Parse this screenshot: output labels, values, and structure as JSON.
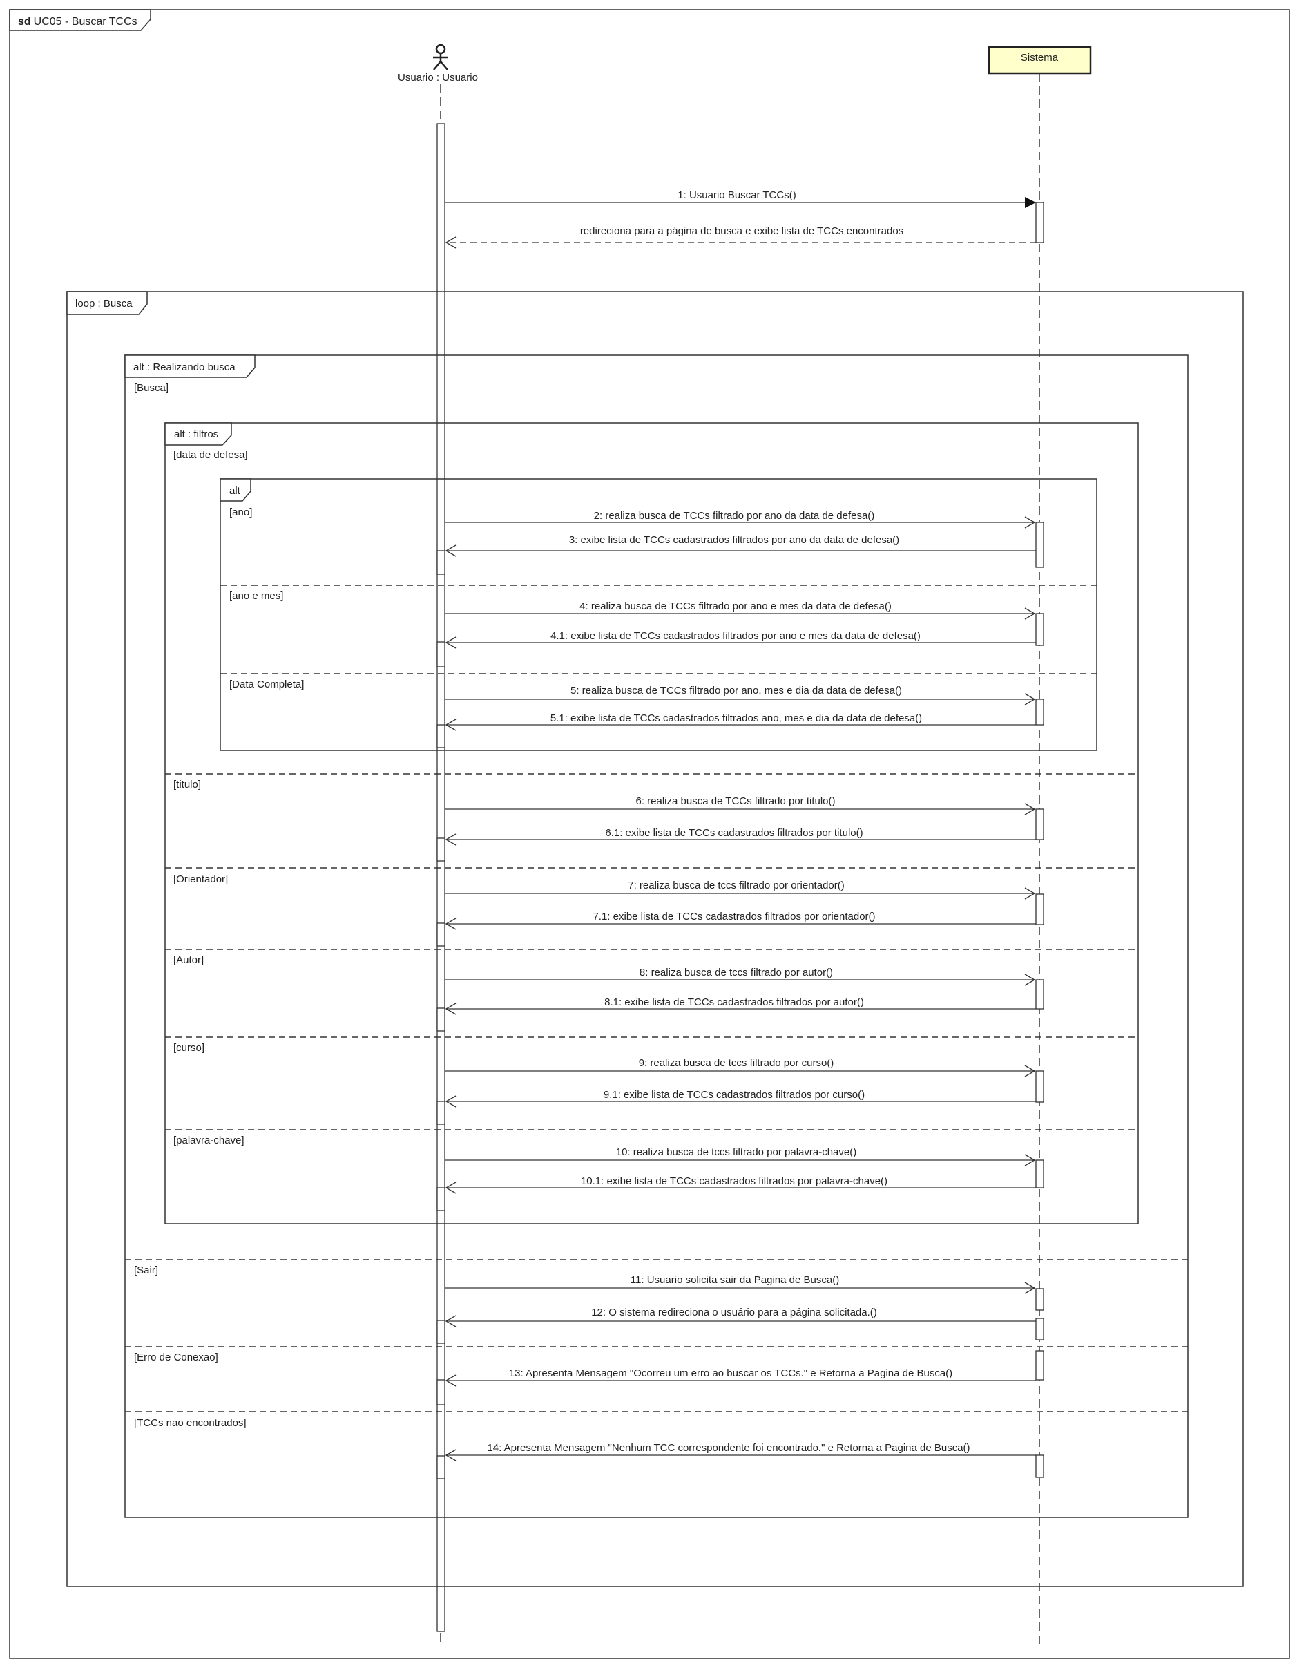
{
  "title": {
    "keyword": "sd",
    "name": "UC05 - Buscar TCCs"
  },
  "participants": {
    "user": "Usuario : Usuario",
    "system": "Sistema"
  },
  "fragments": {
    "loop": "loop : Busca",
    "alt_busca": "alt : Realizando busca",
    "alt_filtros": "alt : filtros",
    "alt_data": "alt"
  },
  "guards": {
    "busca": "[Busca]",
    "data_defesa": "[data de defesa]",
    "ano": "[ano]",
    "ano_mes": "[ano e mes]",
    "data_completa": "[Data Completa]",
    "titulo": "[titulo]",
    "orientador": "[Orientador]",
    "autor": "[Autor]",
    "curso": "[curso]",
    "palavra_chave": "[palavra-chave]",
    "sair": "[Sair]",
    "erro": "[Erro de Conexao]",
    "nao_encontrados": "[TCCs nao encontrados]"
  },
  "messages": [
    {
      "label": "1: Usuario Buscar TCCs()",
      "direction": "to-system",
      "kind": "sync"
    },
    {
      "label": "redireciona para a página de busca e exibe lista de TCCs encontrados",
      "direction": "to-user",
      "kind": "reply"
    },
    {
      "label": "2: realiza busca de TCCs filtrado por ano da data de defesa()",
      "direction": "to-system",
      "kind": "async"
    },
    {
      "label": "3: exibe lista de TCCs cadastrados filtrados por ano da data de defesa()",
      "direction": "to-user",
      "kind": "async"
    },
    {
      "label": "4: realiza busca de TCCs filtrado por ano e mes da data de defesa()",
      "direction": "to-system",
      "kind": "async"
    },
    {
      "label": "4.1: exibe lista de TCCs cadastrados filtrados por ano e mes da data de defesa()",
      "direction": "to-user",
      "kind": "async"
    },
    {
      "label": "5: realiza busca de TCCs filtrado por ano, mes e dia da data de defesa()",
      "direction": "to-system",
      "kind": "async"
    },
    {
      "label": "5.1: exibe lista de TCCs cadastrados filtrados ano, mes e dia da data de defesa()",
      "direction": "to-user",
      "kind": "async"
    },
    {
      "label": "6: realiza busca de TCCs filtrado por titulo()",
      "direction": "to-system",
      "kind": "async"
    },
    {
      "label": "6.1: exibe lista de TCCs cadastrados filtrados por titulo()",
      "direction": "to-user",
      "kind": "async"
    },
    {
      "label": "7: realiza busca de tccs filtrado por orientador()",
      "direction": "to-system",
      "kind": "async"
    },
    {
      "label": "7.1: exibe lista de TCCs cadastrados filtrados por orientador()",
      "direction": "to-user",
      "kind": "async"
    },
    {
      "label": "8: realiza busca de tccs filtrado por autor()",
      "direction": "to-system",
      "kind": "async"
    },
    {
      "label": "8.1: exibe lista de TCCs cadastrados filtrados por autor()",
      "direction": "to-user",
      "kind": "async"
    },
    {
      "label": "9: realiza busca de tccs filtrado por curso()",
      "direction": "to-system",
      "kind": "async"
    },
    {
      "label": "9.1: exibe lista de TCCs cadastrados filtrados por curso()",
      "direction": "to-user",
      "kind": "async"
    },
    {
      "label": "10: realiza busca de tccs filtrado por palavra-chave()",
      "direction": "to-system",
      "kind": "async"
    },
    {
      "label": "10.1: exibe lista de TCCs cadastrados filtrados por palavra-chave()",
      "direction": "to-user",
      "kind": "async"
    },
    {
      "label": "11: Usuario solicita sair da Pagina de Busca()",
      "direction": "to-system",
      "kind": "async"
    },
    {
      "label": "12: O sistema redireciona o usuário para a página solicitada.()",
      "direction": "to-user",
      "kind": "async"
    },
    {
      "label": "13: Apresenta Mensagem \"Ocorreu um erro ao buscar os TCCs.\" e Retorna a Pagina de Busca()",
      "direction": "to-user",
      "kind": "async"
    },
    {
      "label": "14: Apresenta Mensagem \"Nenhum TCC correspondente foi encontrado.\" e Retorna a Pagina de Busca()",
      "direction": "to-user",
      "kind": "async"
    }
  ]
}
